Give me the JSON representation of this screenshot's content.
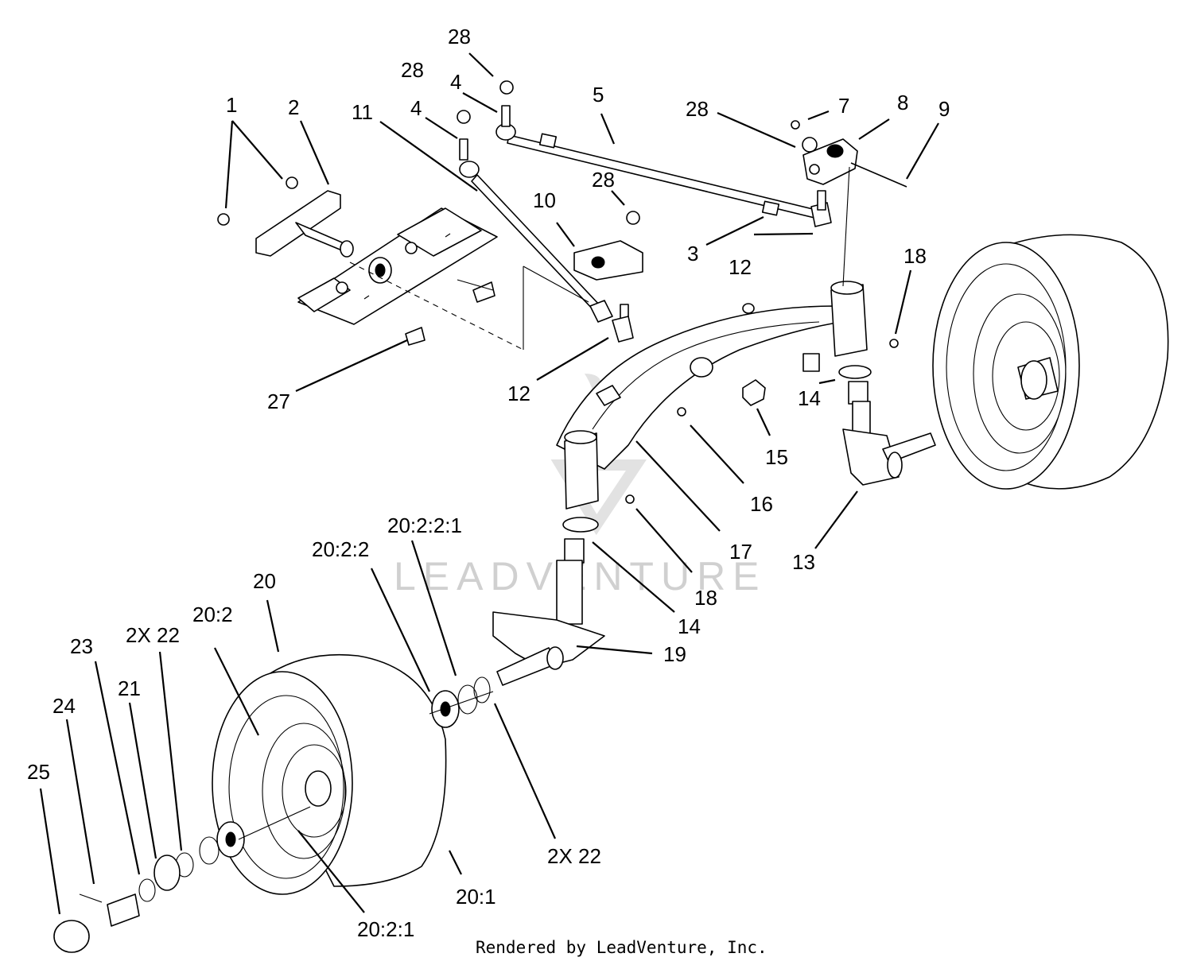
{
  "watermark": "LEADVENTURE",
  "credit": "Rendered by LeadVenture, Inc.",
  "callouts": [
    {
      "id": "1",
      "text": "1"
    },
    {
      "id": "2",
      "text": "2"
    },
    {
      "id": "3",
      "text": "3"
    },
    {
      "id": "4a",
      "text": "4"
    },
    {
      "id": "4b",
      "text": "4"
    },
    {
      "id": "5",
      "text": "5"
    },
    {
      "id": "7",
      "text": "7"
    },
    {
      "id": "8",
      "text": "8"
    },
    {
      "id": "9",
      "text": "9"
    },
    {
      "id": "10",
      "text": "10"
    },
    {
      "id": "11",
      "text": "11"
    },
    {
      "id": "12a",
      "text": "12"
    },
    {
      "id": "12b",
      "text": "12"
    },
    {
      "id": "13",
      "text": "13"
    },
    {
      "id": "14a",
      "text": "14"
    },
    {
      "id": "14b",
      "text": "14"
    },
    {
      "id": "15",
      "text": "15"
    },
    {
      "id": "16",
      "text": "16"
    },
    {
      "id": "17",
      "text": "17"
    },
    {
      "id": "18a",
      "text": "18"
    },
    {
      "id": "18b",
      "text": "18"
    },
    {
      "id": "19",
      "text": "19"
    },
    {
      "id": "20",
      "text": "20"
    },
    {
      "id": "20-1",
      "text": "20:1"
    },
    {
      "id": "20-2",
      "text": "20:2"
    },
    {
      "id": "20-2-1",
      "text": "20:2:1"
    },
    {
      "id": "20-2-2",
      "text": "20:2:2"
    },
    {
      "id": "20-2-2-1",
      "text": "20:2:2:1"
    },
    {
      "id": "21",
      "text": "21"
    },
    {
      "id": "22a",
      "text": "2X 22"
    },
    {
      "id": "22b",
      "text": "2X 22"
    },
    {
      "id": "23",
      "text": "23"
    },
    {
      "id": "24",
      "text": "24"
    },
    {
      "id": "25",
      "text": "25"
    },
    {
      "id": "27",
      "text": "27"
    },
    {
      "id": "28a",
      "text": "28"
    },
    {
      "id": "28b",
      "text": "28"
    },
    {
      "id": "28c",
      "text": "28"
    },
    {
      "id": "28d",
      "text": "28"
    }
  ]
}
